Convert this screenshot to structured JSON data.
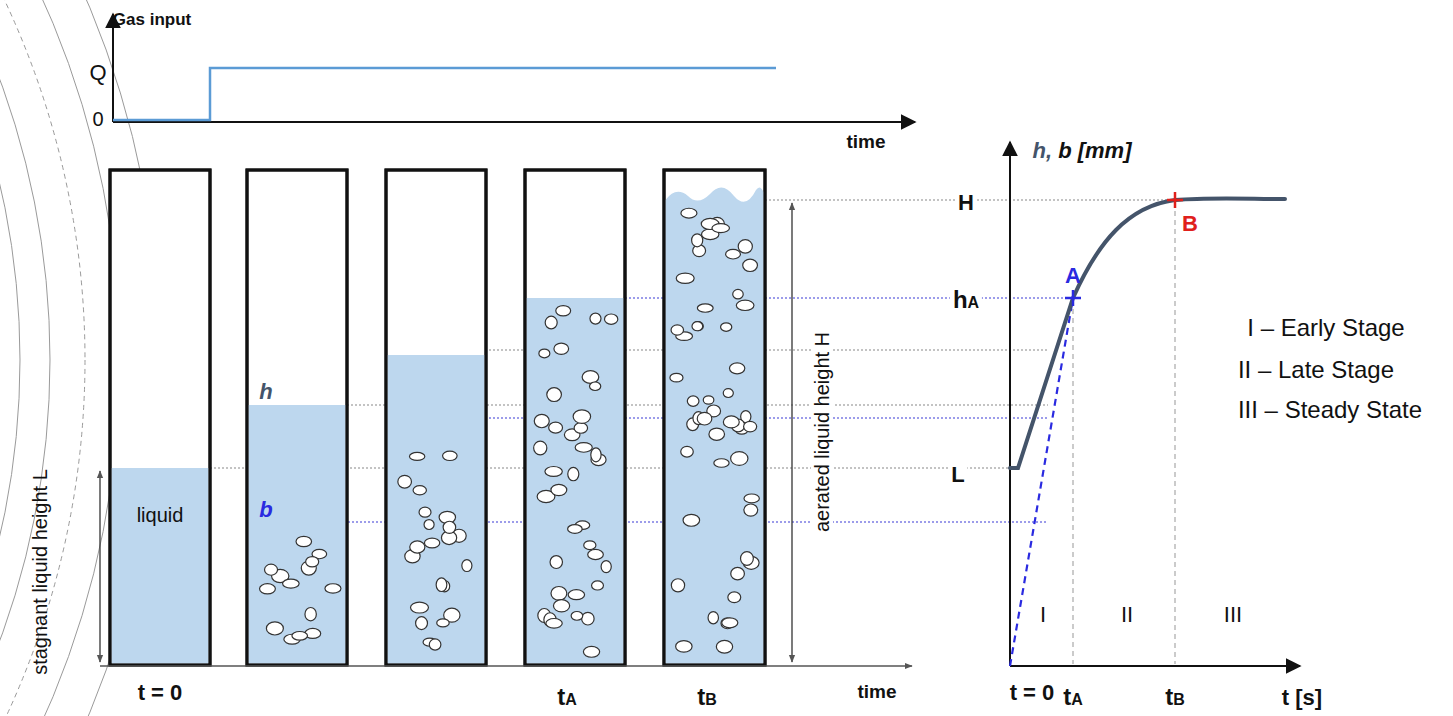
{
  "diagram": {
    "nodes": [
      {
        "text": [
          "liquid"
        ]
      }
    ],
    "labels": [
      "Gas input",
      "Q",
      "0",
      "time",
      "stagnant liquid height L",
      "h",
      "b",
      "aerated liquid height H",
      "t = 0",
      "tA",
      "tB",
      "time",
      "h, b [mm]",
      "H",
      "B",
      "A",
      "hA",
      "L",
      "I – Early Stage",
      "II – Late Stage",
      "III – Steady State",
      "I",
      "II",
      "III",
      "t = 0",
      "tA",
      "tB",
      "t [s]"
    ]
  }
}
